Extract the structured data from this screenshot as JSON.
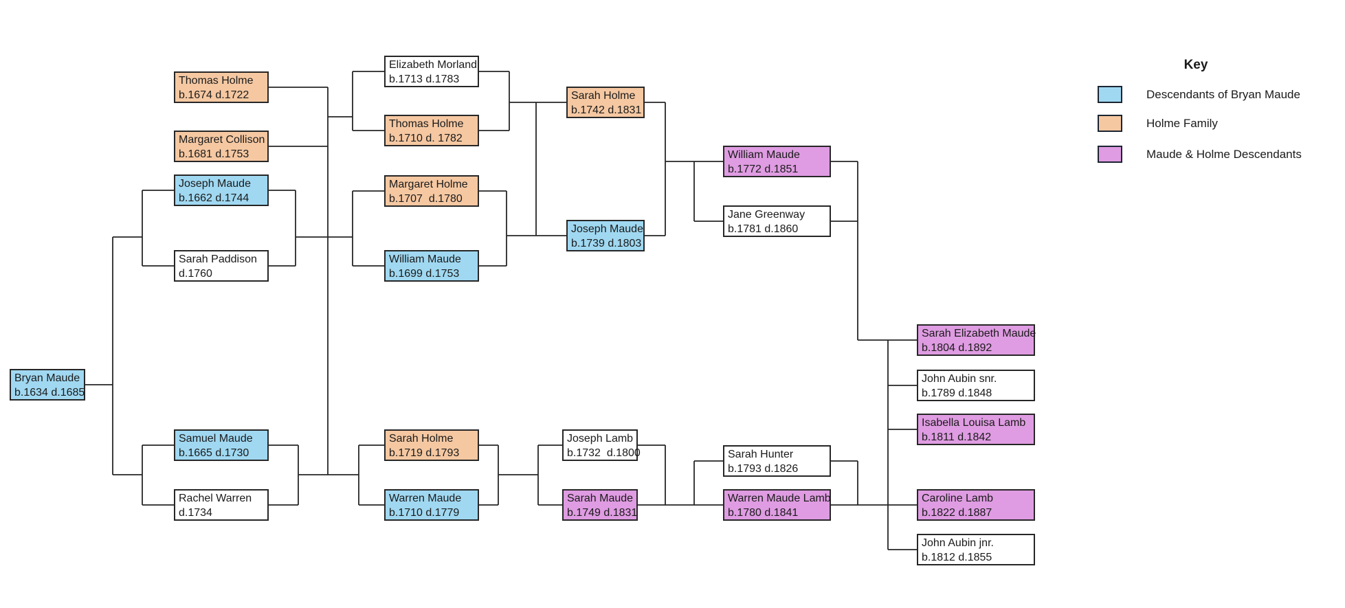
{
  "legend": {
    "title": "Key",
    "items": [
      {
        "label": "Descendants of Bryan Maude",
        "category": "maude"
      },
      {
        "label": "Holme Family",
        "category": "holme"
      },
      {
        "label": "Maude & Holme Descendants",
        "category": "maude_holme"
      }
    ]
  },
  "colors": {
    "maude": "#a0d8f1",
    "holme": "#f5c8a2",
    "maude_holme": "#df9ce2",
    "none": "#ffffff",
    "line": "#262626"
  },
  "people": [
    {
      "id": "bryan-maude",
      "name": "Bryan Maude",
      "dates": "b.1634 d.1685",
      "category": "maude"
    },
    {
      "id": "thomas-holme-sr",
      "name": "Thomas Holme",
      "dates": "b.1674 d.1722",
      "category": "holme"
    },
    {
      "id": "margaret-collison",
      "name": "Margaret Collison",
      "dates": "b.1681 d.1753",
      "category": "holme"
    },
    {
      "id": "joseph-maude-sr",
      "name": "Joseph Maude",
      "dates": "b.1662 d.1744",
      "category": "maude"
    },
    {
      "id": "sarah-paddison",
      "name": "Sarah Paddison",
      "dates": "d.1760",
      "category": "none"
    },
    {
      "id": "samuel-maude",
      "name": "Samuel Maude",
      "dates": "b.1665 d.1730",
      "category": "maude"
    },
    {
      "id": "rachel-warren",
      "name": "Rachel Warren",
      "dates": "d.1734",
      "category": "none"
    },
    {
      "id": "elizabeth-morland",
      "name": "Elizabeth Morland",
      "dates": "b.1713 d.1783",
      "category": "none"
    },
    {
      "id": "thomas-holme-jr",
      "name": "Thomas Holme",
      "dates": "b.1710 d. 1782",
      "category": "holme"
    },
    {
      "id": "margaret-holme",
      "name": "Margaret Holme",
      "dates": "b.1707  d.1780",
      "category": "holme"
    },
    {
      "id": "william-maude-1699",
      "name": "William Maude",
      "dates": "b.1699 d.1753",
      "category": "maude"
    },
    {
      "id": "sarah-holme-1719",
      "name": "Sarah Holme",
      "dates": "b.1719 d.1793",
      "category": "holme"
    },
    {
      "id": "warren-maude-1710",
      "name": "Warren Maude",
      "dates": "b.1710 d.1779",
      "category": "maude"
    },
    {
      "id": "sarah-holme-1742",
      "name": "Sarah Holme",
      "dates": "b.1742 d.1831",
      "category": "holme"
    },
    {
      "id": "joseph-maude-1739",
      "name": "Joseph Maude",
      "dates": "b.1739 d.1803",
      "category": "maude"
    },
    {
      "id": "joseph-lamb",
      "name": "Joseph Lamb",
      "dates": "b.1732  d.1800",
      "category": "none"
    },
    {
      "id": "sarah-maude-1749",
      "name": "Sarah Maude",
      "dates": "b.1749 d.1831",
      "category": "maude_holme"
    },
    {
      "id": "william-maude-1772",
      "name": "William Maude",
      "dates": "b.1772 d.1851",
      "category": "maude_holme"
    },
    {
      "id": "jane-greenway",
      "name": "Jane Greenway",
      "dates": "b.1781 d.1860",
      "category": "none"
    },
    {
      "id": "sarah-hunter",
      "name": "Sarah Hunter",
      "dates": "b.1793 d.1826",
      "category": "none"
    },
    {
      "id": "warren-maude-lamb",
      "name": "Warren Maude Lamb",
      "dates": "b.1780 d.1841",
      "category": "maude_holme"
    },
    {
      "id": "sarah-elizabeth-maude",
      "name": "Sarah Elizabeth Maude",
      "dates": "b.1804 d.1892",
      "category": "maude_holme"
    },
    {
      "id": "john-aubin-snr",
      "name": "John Aubin snr.",
      "dates": "b.1789 d.1848",
      "category": "none"
    },
    {
      "id": "isabella-louisa-lamb",
      "name": "Isabella Louisa Lamb",
      "dates": "b.1811 d.1842",
      "category": "maude_holme"
    },
    {
      "id": "caroline-lamb",
      "name": "Caroline Lamb",
      "dates": "b.1822 d.1887",
      "category": "maude_holme"
    },
    {
      "id": "john-aubin-jnr",
      "name": "John Aubin jnr.",
      "dates": "b.1812 d.1855",
      "category": "none"
    }
  ]
}
